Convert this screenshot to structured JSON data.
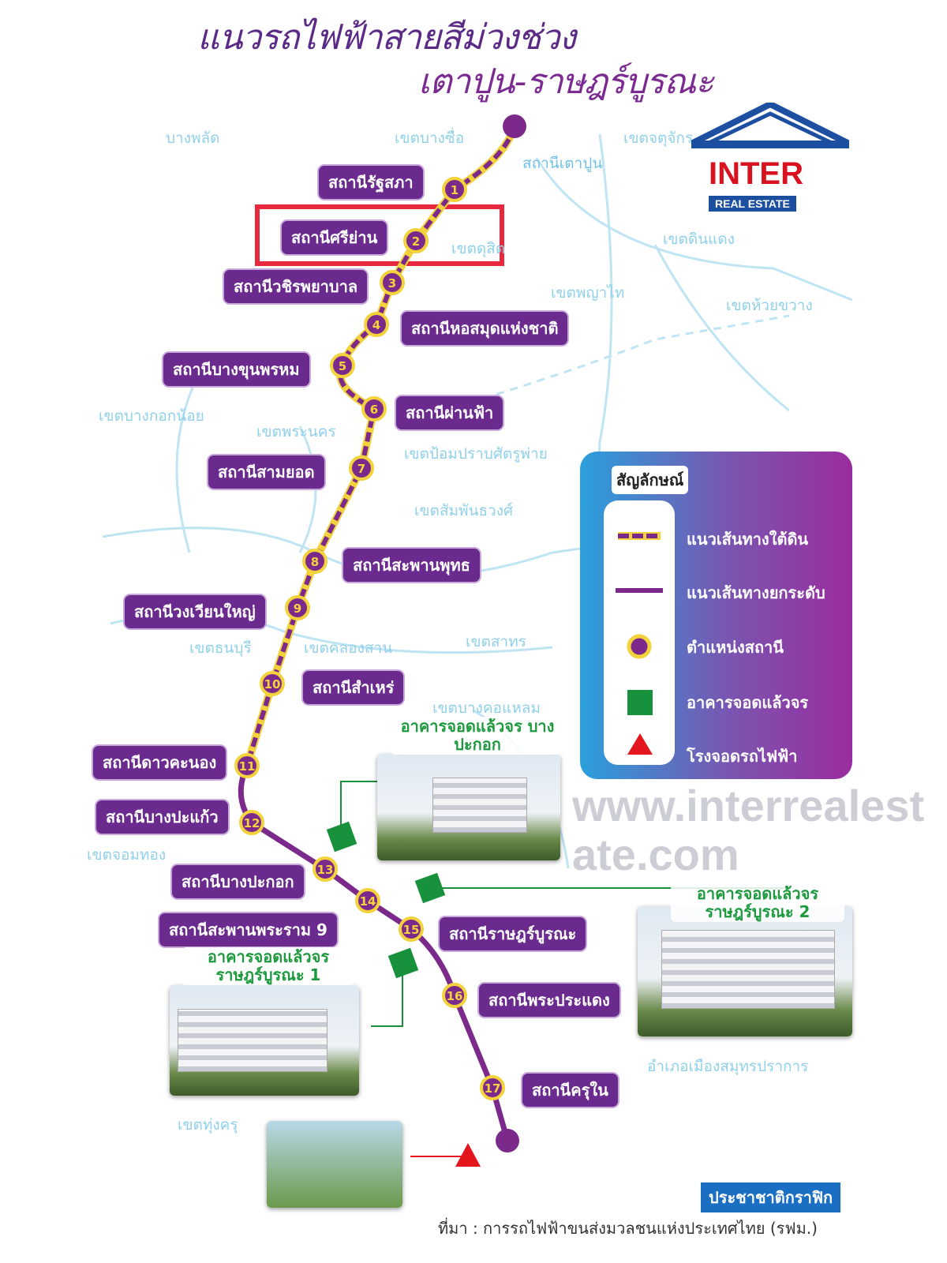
{
  "title": {
    "line1": "แนวรถไฟฟ้าสายสีม่วงช่วง",
    "line2": "เตาปูน-ราษฎร์บูรณะ"
  },
  "logo": {
    "name": "INTER",
    "sub": "REAL ESTATE"
  },
  "terminal": "สถานีเตาปูน",
  "stations": [
    {
      "num": "1",
      "name": "สถานีรัฐสภา"
    },
    {
      "num": "2",
      "name": "สถานีศรีย่าน",
      "highlighted": true
    },
    {
      "num": "3",
      "name": "สถานีวชิรพยาบาล"
    },
    {
      "num": "4",
      "name": "สถานีหอสมุดแห่งชาติ"
    },
    {
      "num": "5",
      "name": "สถานีบางขุนพรหม"
    },
    {
      "num": "6",
      "name": "สถานีผ่านฟ้า"
    },
    {
      "num": "7",
      "name": "สถานีสามยอด"
    },
    {
      "num": "8",
      "name": "สถานีสะพานพุทธ"
    },
    {
      "num": "9",
      "name": "สถานีวงเวียนใหญ่"
    },
    {
      "num": "10",
      "name": "สถานีสำเหร่"
    },
    {
      "num": "11",
      "name": "สถานีดาวคะนอง"
    },
    {
      "num": "12",
      "name": "สถานีบางปะแก้ว"
    },
    {
      "num": "13",
      "name": "สถานีบางปะกอก"
    },
    {
      "num": "14",
      "name": "สถานีสะพานพระราม 9"
    },
    {
      "num": "15",
      "name": "สถานีราษฎร์บูรณะ"
    },
    {
      "num": "16",
      "name": "สถานีพระประแดง"
    },
    {
      "num": "17",
      "name": "สถานีครุใน"
    }
  ],
  "districts": [
    "บางพลัด",
    "เขตบางซื่อ",
    "เขตจตุจักร",
    "เขตดุสิต",
    "เขตดินแดง",
    "เขตพญาไท",
    "เขตห้วยขวาง",
    "เขตบางกอกน้อย",
    "เขตพระนคร",
    "เขตป้อมปราบศัตรูพ่าย",
    "เขตสัมพันธวงศ์",
    "เขตธนบุรี",
    "เขตคลองสาน",
    "เขตสาทร",
    "เขตบางคอแหลม",
    "เขตจอมทอง",
    "เขตทุ่งครุ",
    "อำเภอเมืองสมุทรปราการ"
  ],
  "legend": {
    "title": "สัญลักษณ์",
    "items": [
      "แนวเส้นทางใต้ดิน",
      "แนวเส้นทางยกระดับ",
      "ตำแหน่งสถานี",
      "อาคารจอดแล้วจร",
      "โรงจอดรถไฟฟ้า"
    ]
  },
  "park_ride": [
    "อาคารจอดแล้วจร บางปะกอก",
    "อาคารจอดแล้วจร ราษฎร์บูรณะ 1",
    "อาคารจอดแล้วจร ราษฎร์บูรณะ 2"
  ],
  "watermark": "www.interrealestate.com",
  "credit": "ประชาชาติกราฟิก",
  "source": "ที่มา : การรถไฟฟ้าขนส่งมวลชนแห่งประเทศไทย (รฟม.)",
  "colors": {
    "line": "#7b2a8c",
    "station_ring": "#f3d23c",
    "park": "#17913b",
    "depot": "#e3171d",
    "highlight": "#e8283c"
  }
}
